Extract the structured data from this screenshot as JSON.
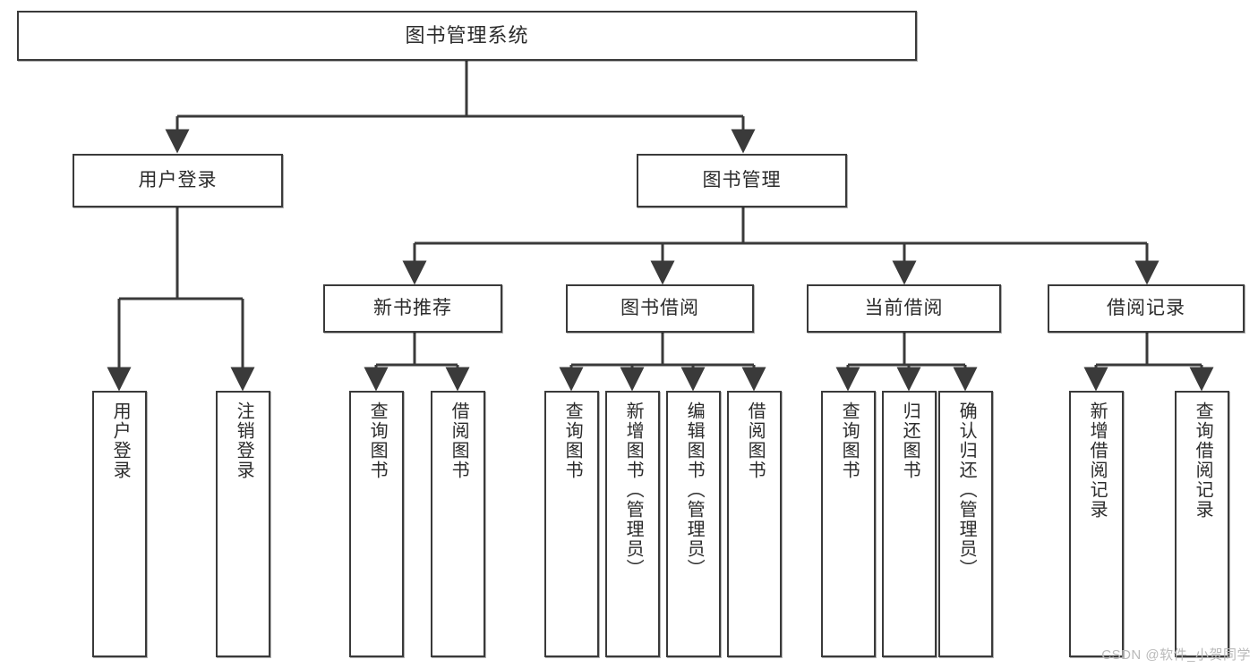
{
  "diagram": {
    "title": "图书管理系统",
    "type": "tree",
    "watermark": "CSDN @软件_小贺同学",
    "colors": {
      "box_border": "#3a3a3a",
      "box_fill": "#ffffff",
      "connector": "#3a3a3a",
      "text": "#2b2b2b",
      "watermark": "#b9b9b9"
    },
    "nodes": {
      "root": {
        "label": "图书管理系统"
      },
      "tier2": [
        {
          "id": "user-login",
          "label": "用户登录"
        },
        {
          "id": "book-manage",
          "label": "图书管理"
        }
      ],
      "tier3": [
        {
          "id": "new-book-recommend",
          "label": "新书推荐"
        },
        {
          "id": "book-borrow",
          "label": "图书借阅"
        },
        {
          "id": "current-borrow",
          "label": "当前借阅"
        },
        {
          "id": "borrow-record",
          "label": "借阅记录"
        }
      ],
      "leaves": {
        "user-login": [
          {
            "id": "leaf-user-login",
            "label": "用户登录"
          },
          {
            "id": "leaf-logout",
            "label": "注销登录"
          }
        ],
        "new-book-recommend": [
          {
            "id": "leaf-query-book-1",
            "label": "查询图书"
          },
          {
            "id": "leaf-borrow-book-1",
            "label": "借阅图书"
          }
        ],
        "book-borrow": [
          {
            "id": "leaf-query-book-2",
            "label": "查询图书"
          },
          {
            "id": "leaf-add-book",
            "label": "新增图书（管理员）"
          },
          {
            "id": "leaf-edit-book",
            "label": "编辑图书（管理员）"
          },
          {
            "id": "leaf-borrow-book-2",
            "label": "借阅图书"
          }
        ],
        "current-borrow": [
          {
            "id": "leaf-query-book-3",
            "label": "查询图书"
          },
          {
            "id": "leaf-return-book",
            "label": "归还图书"
          },
          {
            "id": "leaf-confirm-return",
            "label": "确认归还（管理员）"
          }
        ],
        "borrow-record": [
          {
            "id": "leaf-add-record",
            "label": "新增借阅记录"
          },
          {
            "id": "leaf-query-record",
            "label": "查询借阅记录"
          }
        ]
      }
    },
    "edges": [
      {
        "from": "图书管理系统",
        "to": "用户登录"
      },
      {
        "from": "图书管理系统",
        "to": "图书管理"
      },
      {
        "from": "图书管理",
        "to": "新书推荐"
      },
      {
        "from": "图书管理",
        "to": "图书借阅"
      },
      {
        "from": "图书管理",
        "to": "当前借阅"
      },
      {
        "from": "图书管理",
        "to": "借阅记录"
      },
      {
        "from": "用户登录",
        "to": "用户登录"
      },
      {
        "from": "用户登录",
        "to": "注销登录"
      },
      {
        "from": "新书推荐",
        "to": "查询图书"
      },
      {
        "from": "新书推荐",
        "to": "借阅图书"
      },
      {
        "from": "图书借阅",
        "to": "查询图书"
      },
      {
        "from": "图书借阅",
        "to": "新增图书（管理员）"
      },
      {
        "from": "图书借阅",
        "to": "编辑图书（管理员）"
      },
      {
        "from": "图书借阅",
        "to": "借阅图书"
      },
      {
        "from": "当前借阅",
        "to": "查询图书"
      },
      {
        "from": "当前借阅",
        "to": "归还图书"
      },
      {
        "from": "当前借阅",
        "to": "确认归还（管理员）"
      },
      {
        "from": "借阅记录",
        "to": "新增借阅记录"
      },
      {
        "from": "借阅记录",
        "to": "查询借阅记录"
      }
    ]
  }
}
